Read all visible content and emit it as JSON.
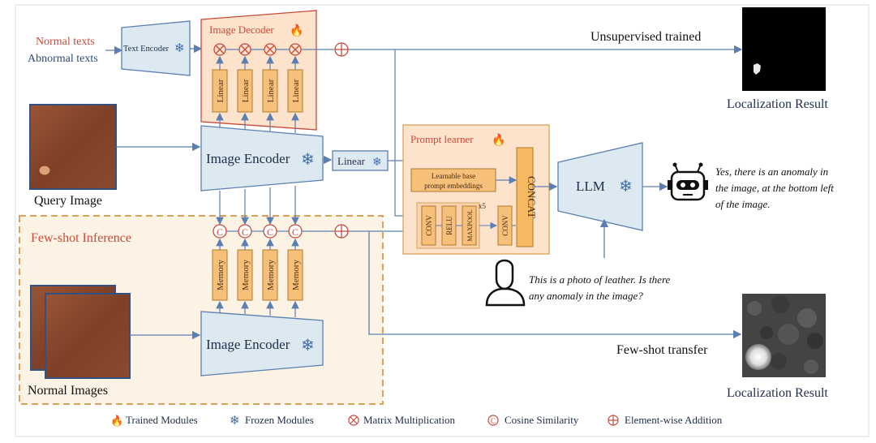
{
  "inputs": {
    "normal_texts": "Normal texts",
    "abnormal_texts": "Abnormal texts",
    "query_image": "Query Image",
    "normal_images": "Normal Images"
  },
  "modules": {
    "text_encoder": "Text Encoder",
    "image_decoder": "Image Decoder",
    "linear": "Linear",
    "image_encoder": "Image Encoder",
    "memory": "Memory",
    "prompt_learner": "Prompt learner",
    "learnable_base_line1": "Learnable base",
    "learnable_base_line2": "prompt embeddings",
    "conv": "CONV",
    "relu": "RELU",
    "maxpool": "MAXPOOL",
    "x5": "x5",
    "concat": "CONCAT",
    "llm": "LLM",
    "few_shot_inference": "Few-shot Inference"
  },
  "outputs": {
    "unsupervised_trained": "Unsupervised trained",
    "few_shot_transfer": "Few-shot transfer",
    "localization_result": "Localization Result"
  },
  "dialog": {
    "answer_line1": "Yes, there is an anomaly in",
    "answer_line2": "the image, at the bottom left",
    "answer_line3": "of the image.",
    "question_line1": "This is a photo of leather. Is there",
    "question_line2": "any anomaly in the image?"
  },
  "legend": {
    "trained": "Trained Modules",
    "frozen": "Frozen Modules",
    "matrix_mult": "Matrix Multiplication",
    "cosine": "Cosine Similarity",
    "addition": "Element-wise Addition"
  },
  "colors": {
    "flow_blue": "#5b7fb0",
    "frozen_fill": "#dde9f0",
    "trained_fill": "#fde2cc",
    "module_orange": "#f6c07a",
    "accent_red": "#d0403a",
    "leather": "#8a4a30"
  }
}
